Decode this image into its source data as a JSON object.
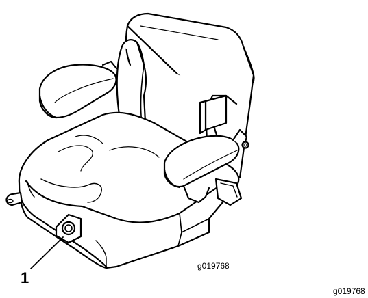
{
  "figure": {
    "callout_label": "1",
    "callout_target": "seat-side-bushing",
    "figure_code_inner": "g019768",
    "figure_code_outer": "g019768"
  },
  "colors": {
    "line": "#000000",
    "background": "#ffffff"
  }
}
